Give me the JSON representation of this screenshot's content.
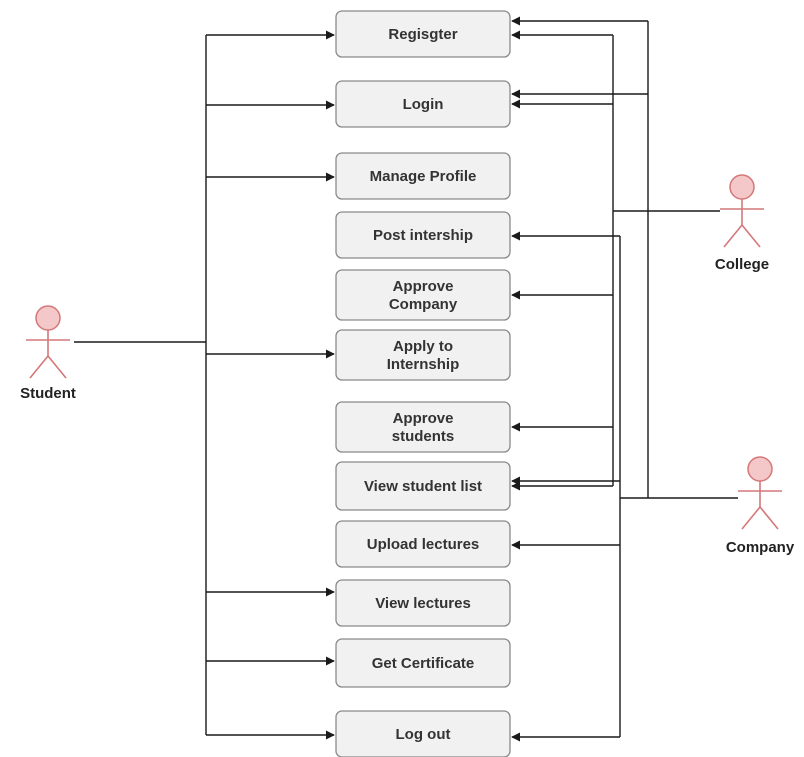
{
  "diagram": {
    "colors": {
      "background": "#ffffff",
      "box_fill": "#f1f1f1",
      "box_stroke": "#8a8a8a",
      "line": "#1a1a1a",
      "actor_fill": "#f4c7c8",
      "actor_stroke": "#d4787a"
    },
    "use_cases": [
      {
        "id": "register",
        "lines": [
          "Regisgter"
        ]
      },
      {
        "id": "login",
        "lines": [
          "Login"
        ]
      },
      {
        "id": "manage-profile",
        "lines": [
          "Manage Profile"
        ]
      },
      {
        "id": "post-internship",
        "lines": [
          "Post intership"
        ]
      },
      {
        "id": "approve-company",
        "lines": [
          "Approve",
          "Company"
        ]
      },
      {
        "id": "apply-internship",
        "lines": [
          "Apply to",
          "Internship"
        ]
      },
      {
        "id": "approve-students",
        "lines": [
          "Approve",
          "students"
        ]
      },
      {
        "id": "view-student-list",
        "lines": [
          "View student list"
        ]
      },
      {
        "id": "upload-lectures",
        "lines": [
          "Upload lectures"
        ]
      },
      {
        "id": "view-lectures",
        "lines": [
          "View lectures"
        ]
      },
      {
        "id": "get-certificate",
        "lines": [
          "Get Certificate"
        ]
      },
      {
        "id": "log-out",
        "lines": [
          "Log out"
        ]
      }
    ],
    "actors": [
      {
        "id": "student",
        "label": "Student"
      },
      {
        "id": "college",
        "label": "College"
      },
      {
        "id": "company",
        "label": "Company"
      }
    ],
    "associations": {
      "student": [
        "register",
        "login",
        "manage-profile",
        "apply-internship",
        "view-lectures",
        "get-certificate",
        "log-out"
      ],
      "college": [
        "register",
        "login",
        "approve-company",
        "approve-students",
        "view-student-list"
      ],
      "company": [
        "register",
        "login",
        "post-internship",
        "view-student-list",
        "upload-lectures",
        "log-out"
      ]
    }
  }
}
